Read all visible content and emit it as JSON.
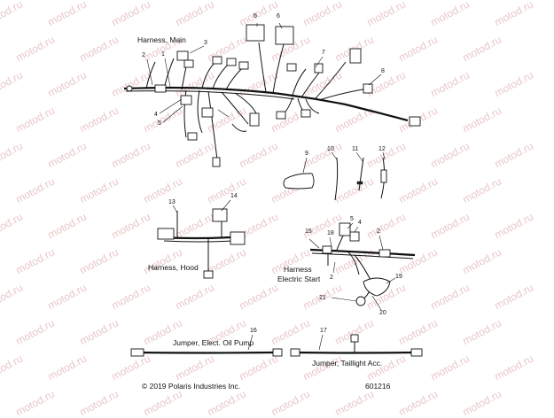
{
  "watermark": "motod.ru",
  "labels": {
    "harness_main": "Harness, Main",
    "harness_hood": "Harness, Hood",
    "harness_electric_start_1": "Harness",
    "harness_electric_start_2": "Electric Start",
    "jumper_oil_pump": "Jumper, Elect. Oil Pump",
    "jumper_taillight": "Jumper, Taillight Acc."
  },
  "callouts": {
    "c1": "1",
    "c2a": "2",
    "c3": "3",
    "c4a": "4",
    "c5a": "5",
    "c6a": "6",
    "c6b": "6",
    "c7": "7",
    "c8": "8",
    "c9": "9",
    "c10": "10",
    "c11": "11",
    "c12": "12",
    "c13": "13",
    "c14": "14",
    "c15": "15",
    "c16": "16",
    "c17": "17",
    "c18": "18",
    "c19": "19",
    "c20": "20",
    "c21": "21",
    "c2b": "2",
    "c2c": "2",
    "c4b": "4",
    "c5b": "5"
  },
  "footer": {
    "copyright": "© 2019 Polaris Industries Inc.",
    "diagram_number": "601216"
  }
}
